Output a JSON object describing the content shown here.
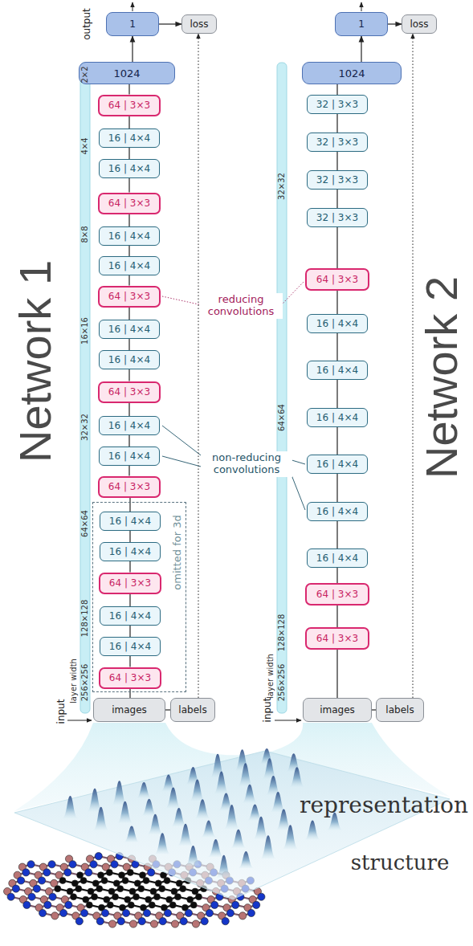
{
  "diagram": {
    "nodes": [
      {
        "text": [
          "1"
        ]
      },
      {
        "text": [
          "loss"
        ]
      },
      {
        "text": [
          "1024"
        ]
      },
      {
        "text": [
          "64 | 3×3"
        ]
      },
      {
        "text": [
          "16 | 4×4"
        ]
      },
      {
        "text": [
          "16 | 4×4"
        ]
      },
      {
        "text": [
          "64 | 3×3"
        ]
      },
      {
        "text": [
          "16 | 4×4"
        ]
      },
      {
        "text": [
          "16 | 4×4"
        ]
      },
      {
        "text": [
          "64 | 3×3"
        ]
      },
      {
        "text": [
          "16 | 4×4"
        ]
      },
      {
        "text": [
          "16 | 4×4"
        ]
      },
      {
        "text": [
          "64 | 3×3"
        ]
      },
      {
        "text": [
          "16 | 4×4"
        ]
      },
      {
        "text": [
          "16 | 4×4"
        ]
      },
      {
        "text": [
          "64 | 3×3"
        ]
      },
      {
        "text": [
          "omitted for 3d"
        ]
      },
      {
        "text": [
          "16 | 4×4"
        ],
        "in": 16
      },
      {
        "text": [
          "16 | 4×4"
        ],
        "in": 16
      },
      {
        "text": [
          "64 | 3×3"
        ],
        "in": 16
      },
      {
        "text": [
          "16 | 4×4"
        ],
        "in": 16
      },
      {
        "text": [
          "16 | 4×4"
        ],
        "in": 16
      },
      {
        "text": [
          "64 | 3×3"
        ],
        "in": 16
      },
      {
        "text": [
          "images"
        ]
      },
      {
        "text": [
          "labels"
        ]
      },
      {
        "text": [
          "1"
        ]
      },
      {
        "text": [
          "loss"
        ]
      },
      {
        "text": [
          "1024"
        ]
      },
      {
        "text": [
          "32 | 3×3"
        ]
      },
      {
        "text": [
          "32 | 3×3"
        ]
      },
      {
        "text": [
          "32 | 3×3"
        ]
      },
      {
        "text": [
          "32 | 3×3"
        ]
      },
      {
        "text": [
          "64 | 3×3"
        ]
      },
      {
        "text": [
          "16 | 4×4"
        ]
      },
      {
        "text": [
          "16 | 4×4"
        ]
      },
      {
        "text": [
          "16 | 4×4"
        ]
      },
      {
        "text": [
          "16 | 4×4"
        ]
      },
      {
        "text": [
          "16 | 4×4"
        ]
      },
      {
        "text": [
          "16 | 4×4"
        ]
      },
      {
        "text": [
          "64 | 3×3"
        ]
      },
      {
        "text": [
          "64 | 3×3"
        ]
      },
      {
        "text": [
          "images"
        ]
      },
      {
        "text": [
          "labels"
        ]
      }
    ],
    "edges": [
      {
        "from": 23,
        "to": 24,
        "arrow": "none"
      },
      {
        "from": 23,
        "to": 22,
        "arrow": "none"
      },
      {
        "from": 22,
        "to": 21,
        "arrow": "none"
      },
      {
        "from": 21,
        "to": 20,
        "arrow": "none"
      },
      {
        "from": 20,
        "to": 19,
        "arrow": "none"
      },
      {
        "from": 19,
        "to": 18,
        "arrow": "none"
      },
      {
        "from": 18,
        "to": 17,
        "arrow": "none"
      },
      {
        "from": 17,
        "to": 15,
        "arrow": "none"
      },
      {
        "from": 15,
        "to": 14,
        "arrow": "none"
      },
      {
        "from": 14,
        "to": 13,
        "arrow": "none"
      },
      {
        "from": 13,
        "to": 12,
        "arrow": "none"
      },
      {
        "from": 12,
        "to": 11,
        "arrow": "none"
      },
      {
        "from": 11,
        "to": 10,
        "arrow": "none"
      },
      {
        "from": 10,
        "to": 9,
        "arrow": "none"
      },
      {
        "from": 9,
        "to": 8,
        "arrow": "none"
      },
      {
        "from": 8,
        "to": 7,
        "arrow": "none"
      },
      {
        "from": 7,
        "to": 6,
        "arrow": "none"
      },
      {
        "from": 6,
        "to": 5,
        "arrow": "none"
      },
      {
        "from": 5,
        "to": 4,
        "arrow": "none"
      },
      {
        "from": 4,
        "to": 3,
        "arrow": "none"
      },
      {
        "from": 3,
        "to": 2,
        "arrow": "none"
      },
      {
        "from": 2,
        "to": 0,
        "arrow": "to"
      },
      {
        "from": 0,
        "to": 1,
        "arrow": "to"
      },
      {
        "from": 24,
        "to": 1,
        "arrow": "to"
      },
      {
        "from": 41,
        "to": 42,
        "arrow": "none"
      },
      {
        "from": 41,
        "to": 40,
        "arrow": "none"
      },
      {
        "from": 40,
        "to": 39,
        "arrow": "none"
      },
      {
        "from": 39,
        "to": 38,
        "arrow": "none"
      },
      {
        "from": 38,
        "to": 37,
        "arrow": "none"
      },
      {
        "from": 37,
        "to": 36,
        "arrow": "none"
      },
      {
        "from": 36,
        "to": 35,
        "arrow": "none"
      },
      {
        "from": 35,
        "to": 34,
        "arrow": "none"
      },
      {
        "from": 34,
        "to": 33,
        "arrow": "none"
      },
      {
        "from": 33,
        "to": 32,
        "arrow": "none"
      },
      {
        "from": 32,
        "to": 31,
        "arrow": "none"
      },
      {
        "from": 31,
        "to": 30,
        "arrow": "none"
      },
      {
        "from": 30,
        "to": 29,
        "arrow": "none"
      },
      {
        "from": 29,
        "to": 28,
        "arrow": "none"
      },
      {
        "from": 28,
        "to": 27,
        "arrow": "none"
      },
      {
        "from": 27,
        "to": 25,
        "arrow": "to"
      },
      {
        "from": 25,
        "to": 26,
        "arrow": "to"
      },
      {
        "from": 42,
        "to": 26,
        "arrow": "to"
      }
    ],
    "labels": [
      "output",
      "input",
      "layer width",
      "2×2",
      "4×4",
      "8×8",
      "16×16",
      "32×32",
      "64×64",
      "128×128",
      "256×256",
      "Network 1",
      "reducing convolutions",
      "non-reducing convolutions",
      "Network 2",
      "input",
      "layer width",
      "32×32",
      "64×64",
      "128×128",
      "256×256",
      "representation",
      "structure"
    ]
  }
}
